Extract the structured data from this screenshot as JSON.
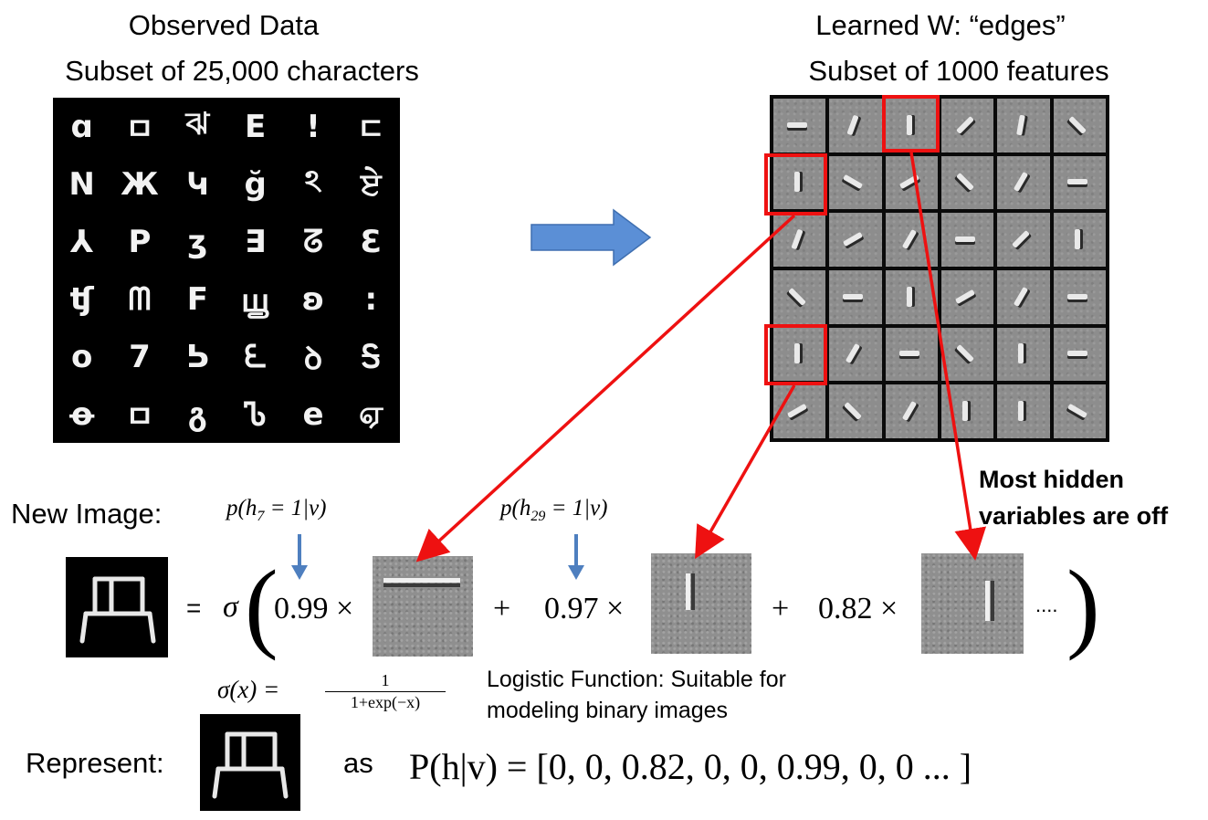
{
  "left": {
    "title_line1": "Observed  Data",
    "title_line2": "Subset of 25,000 characters",
    "chars": [
      "ɑ",
      "ㅁ",
      "ঝ",
      "E",
      "!",
      "ㄷ",
      "N",
      "Ж",
      "Կ",
      "ğ",
      "ঽ",
      "ਏ",
      "⅄",
      "P",
      "ʒ",
      "∃",
      "ᘔ",
      "Ɛ",
      "ʧ",
      "ᗰ",
      "F",
      "ꚗ",
      "ʚ",
      ":",
      "o",
      "7",
      "ᕊ",
      "ᘍ",
      "ꝺ",
      "Ꭶ",
      "ꝋ",
      "ㅁ",
      "გ",
      "Ꮦ",
      "e",
      "ஏ"
    ]
  },
  "right": {
    "title_line1": "Learned W:  “edges”",
    "title_line2": "Subset of 1000 features"
  },
  "middle": {
    "new_image_label": "New Image:",
    "prob1": "p(h",
    "prob1_sub": "7",
    "prob1_tail": " = 1|v)",
    "prob2": "p(h",
    "prob2_sub": "29",
    "prob2_tail": " = 1|v)",
    "most_hidden_line1": "Most hidden",
    "most_hidden_line2": "variables are off",
    "equals": "=",
    "sigma": "σ",
    "coef1": "0.99 ×",
    "plus1": "+",
    "coef2": "0.97 ×",
    "plus2": "+",
    "coef3": "0.82 ×",
    "ellipsis": "....",
    "logistic_def_lhs": "σ(x) =",
    "logistic_num": "1",
    "logistic_den": "1+exp(−x)",
    "logistic_caption_line1": "Logistic Function: Suitable for",
    "logistic_caption_line2": "modeling binary images"
  },
  "bottom": {
    "represent_label": "Represent:",
    "as_label": "as",
    "posterior": "P(h|v) = [0, 0, 0.82, 0, 0, 0.99, 0, 0 ...  ]"
  },
  "colors": {
    "highlight": "#ee1111",
    "arrow_blue": "#5b8fd6",
    "small_arrow": "#4e7fbf"
  }
}
